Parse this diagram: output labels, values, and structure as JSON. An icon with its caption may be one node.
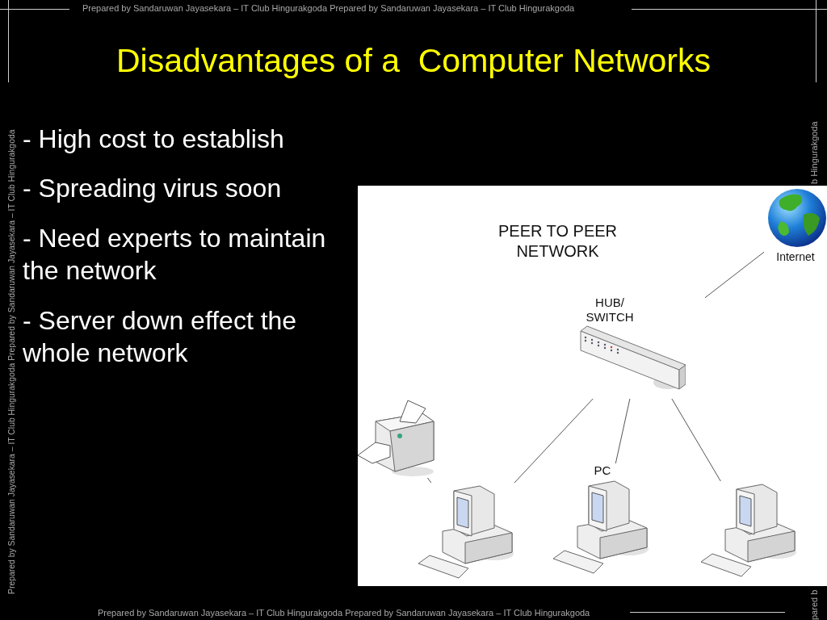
{
  "diagram": {
    "title": "Disadvantages of a  Computer Networks",
    "nodes": [
      {
        "text": [
          "Internet"
        ]
      },
      {
        "text": [
          "HUB/ SWITCH"
        ]
      },
      {
        "text": [],
        "shape": "picture"
      },
      {
        "text": [],
        "shape": "picture"
      },
      {
        "text": [
          "PC"
        ]
      },
      {
        "text": [],
        "shape": "picture"
      }
    ],
    "edges": [
      {
        "from": 0,
        "to": 1,
        "arrow": "none"
      },
      {
        "from": 1,
        "to": 3,
        "arrow": "none"
      },
      {
        "from": 1,
        "to": 4,
        "arrow": "none"
      },
      {
        "from": 1,
        "to": 5,
        "arrow": "none"
      },
      {
        "from": 2,
        "to": 3,
        "arrow": "none"
      }
    ],
    "labels": [
      "Prepared by Sandaruwan Jayasekara – IT Club Hingurakgoda Prepared by Sandaruwan Jayasekara – IT Club Hingurakgoda",
      "Prepared by Sandaruwan Jayasekara – IT Club Hingurakgoda Prepared by Sandaruwan Jayasekara – IT Club Hingurakgoda",
      "b Hingurakgoda",
      "- High cost to establish",
      "- Spreading virus soon",
      "- Need experts to maintain the network",
      "- Server down effect the whole network",
      "PEER TO PEER NETWORK",
      "pared b",
      "Prepared by Sandaruwan Jayasekara – IT Club Hingurakgoda Prepared by Sandaruwan Jayasekara – IT Club Hingurakgoda"
    ]
  }
}
